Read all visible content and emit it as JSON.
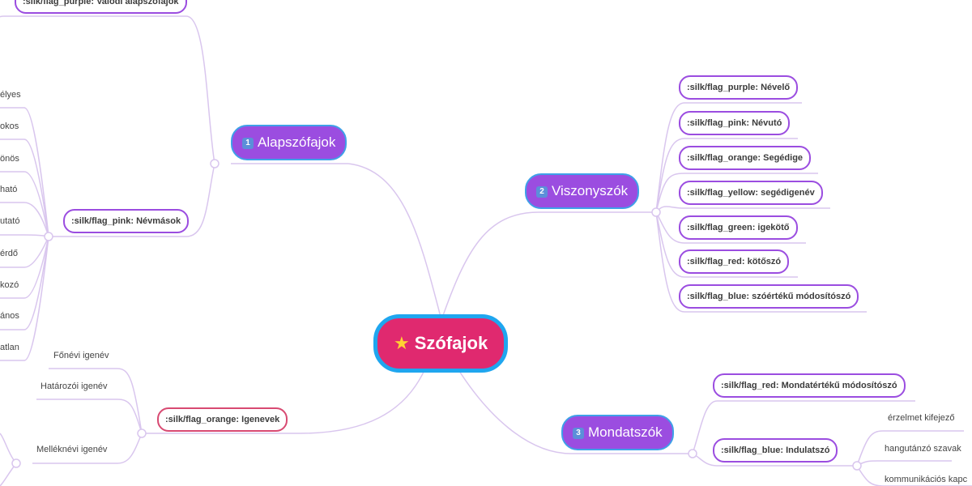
{
  "root": {
    "star_icon": "star-icon",
    "label": "Szófajok"
  },
  "branches": {
    "alapszofajok": {
      "number": "1",
      "label": "Alapszófajok"
    },
    "viszonyszok": {
      "number": "2",
      "label": "Viszonyszók"
    },
    "mondatszok": {
      "number": "3",
      "label": "Mondatszók"
    }
  },
  "alap_children": {
    "valodi": ":silk/flag_purple: Valódi alapszófajok",
    "nevmasok": ":silk/flag_pink: Névmások",
    "igenevek": ":silk/flag_orange: Igenevek"
  },
  "nevmas_leaves": [
    "élyes",
    "okos",
    "önös",
    "ható",
    "utató",
    "érdő",
    "kozó",
    "ános",
    "atlan"
  ],
  "igenev_leaves": [
    "Főnévi igenév",
    "Határozói igenév",
    "Melléknévi igenév"
  ],
  "viszony_children": [
    ":silk/flag_purple: Névelő",
    ":silk/flag_pink: Névutó",
    ":silk/flag_orange: Segédige",
    ":silk/flag_yellow: segédigenév",
    ":silk/flag_green: igekötő",
    ":silk/flag_red: kötőszó",
    ":silk/flag_blue: szóértékű módosítószó"
  ],
  "mondat_children": {
    "mondatertek": ":silk/flag_red: Mondatértékű módosítószó",
    "indulatszo": ":silk/flag_blue: Indulatszó"
  },
  "indulatszo_leaves": [
    "érzelmet kifejező",
    "hangutánzó szavak",
    "kommunikációs kapc"
  ],
  "colors": {
    "primary": "#9b4de0",
    "root": "#e0296f",
    "outline": "#1fa6ef",
    "line": "#d9c6ee"
  }
}
